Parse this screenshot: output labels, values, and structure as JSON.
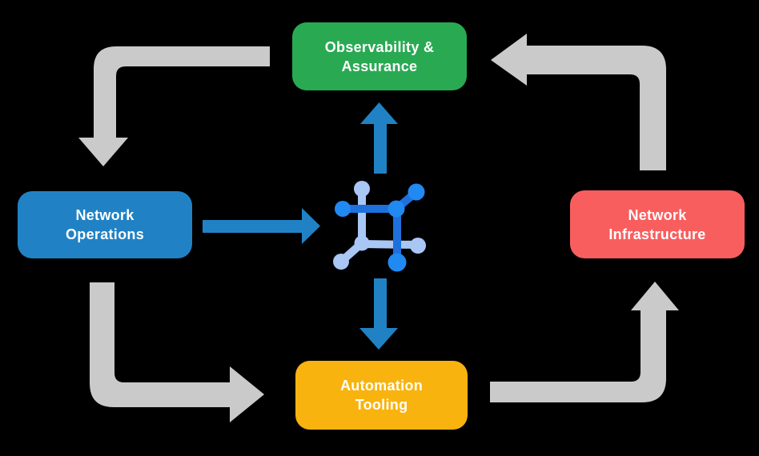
{
  "diagram": {
    "title": "network automation lifecycle diagram",
    "cycle_order": [
      "Observability & Assurance",
      "Network Operations",
      "Automation Tooling",
      "Network Infrastructure"
    ]
  },
  "nodes": {
    "observability": {
      "line1": "Observability &",
      "line2": "Assurance",
      "color": "#2aa953"
    },
    "operations": {
      "line1": "Network",
      "line2": "Operations",
      "color": "#2082c5"
    },
    "infrastructure": {
      "line1": "Network",
      "line2": "Infrastructure",
      "color": "#f95e5e"
    },
    "automation": {
      "line1": "Automation",
      "line2": "Tooling",
      "color": "#f9b30e"
    }
  },
  "icon": {
    "name": "network-mesh-hub-icon",
    "dark_blue": "#1e70dc",
    "bright_blue": "#2189f2",
    "light_blue": "#a9c7f4"
  },
  "colors": {
    "background": "#000000",
    "cycle_arrow_gray": "#cacaca",
    "hub_arrow_blue": "#2082c5",
    "label_text": "#ffffff"
  }
}
